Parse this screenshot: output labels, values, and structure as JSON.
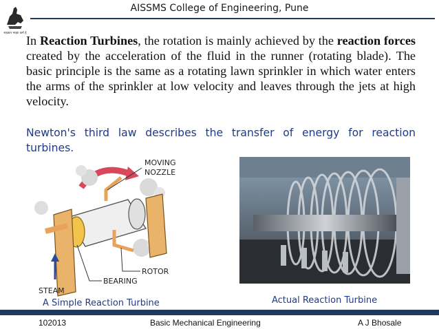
{
  "header": {
    "title": "AISSMS College of Engineering, Pune",
    "logo_text": "सहकार माझा कर्म हे"
  },
  "content": {
    "para1": [
      {
        "t": "In ",
        "b": false
      },
      {
        "t": "Reaction Turbines",
        "b": true
      },
      {
        "t": ", the rotation is mainly achieved by the ",
        "b": false
      },
      {
        "t": "reaction forces",
        "b": true
      },
      {
        "t": " created by the acceleration of the fluid in the runner (rotating blade). The basic principle is the same as a rotating lawn sprinkler in which water enters the arms of the sprinkler at low velocity and leaves through the jets at high velocity.",
        "b": false
      }
    ],
    "para2": "Newton's third law describes the transfer of energy for reaction turbines."
  },
  "diagram": {
    "labels": {
      "moving_nozzle_1": "MOVING",
      "moving_nozzle_2": "NOZZLE",
      "rotor": "ROTOR",
      "bearing": "BEARING",
      "steam": "STEAM"
    }
  },
  "captions": {
    "left": "A Simple Reaction Turbine",
    "right": "Actual Reaction Turbine"
  },
  "footer": {
    "code": "102013",
    "subject": "Basic Mechanical Engineering",
    "author": "A J Bhosale"
  },
  "colors": {
    "title_blue": "#1f3a8a",
    "footer_band": "#1f3a60",
    "diagram_orange": "#e8a25a"
  }
}
